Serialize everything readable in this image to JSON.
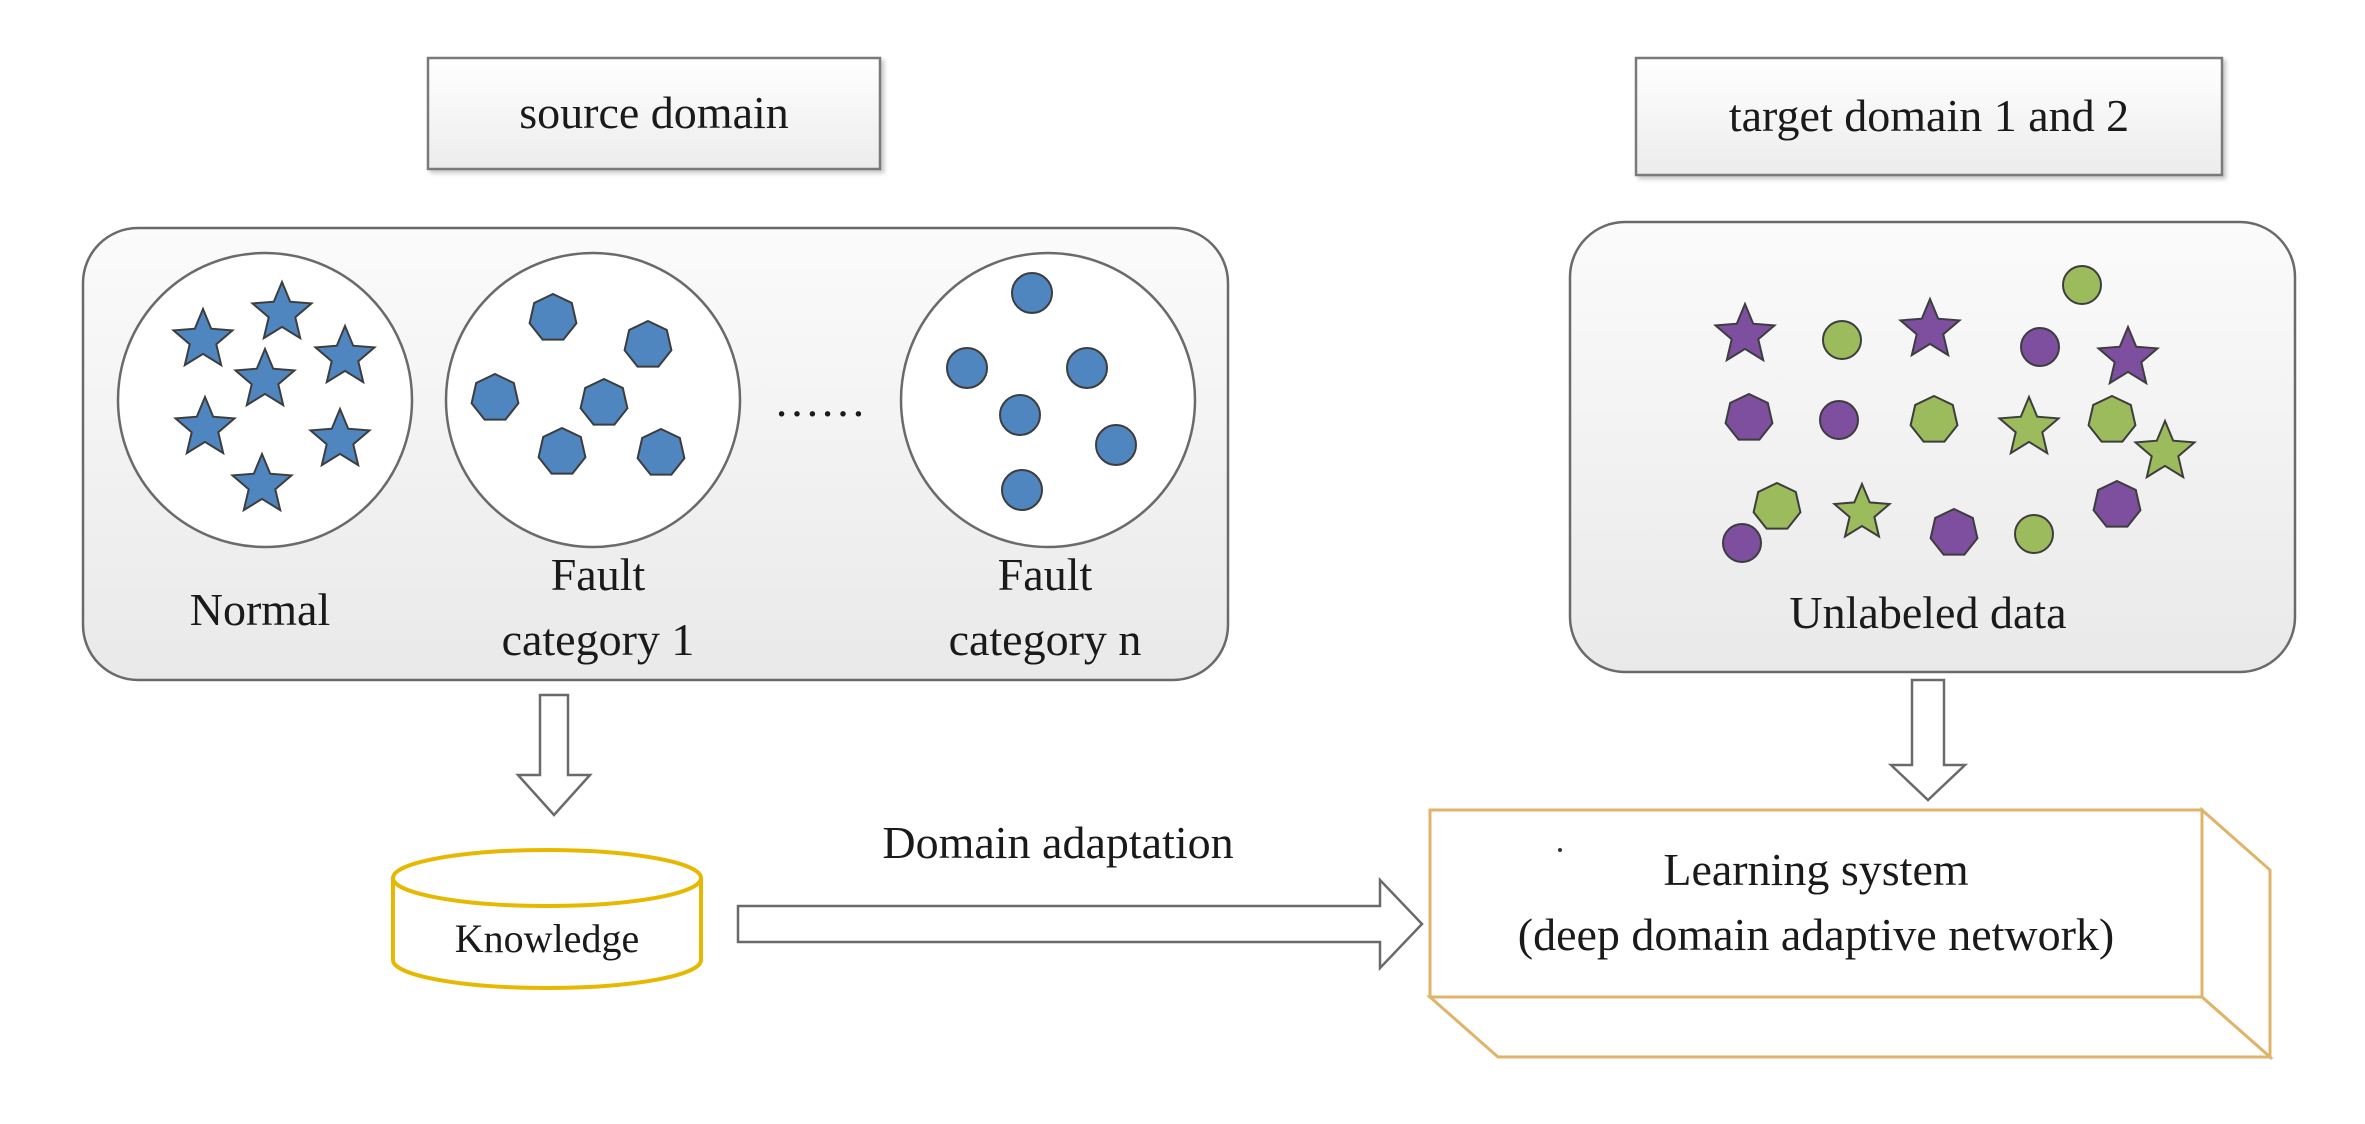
{
  "source_panel": {
    "header": "source domain",
    "groups": [
      {
        "label_lines": [
          "Normal"
        ]
      },
      {
        "label_lines": [
          "Fault",
          "category 1"
        ]
      },
      {
        "label_lines": [
          "Fault",
          "category n"
        ]
      }
    ],
    "ellipsis": "……"
  },
  "target_panel": {
    "header": "target domain 1 and 2",
    "caption": "Unlabeled data"
  },
  "knowledge": {
    "label": "Knowledge"
  },
  "adaptation": {
    "label": "Domain adaptation"
  },
  "learning_system": {
    "line1": "Learning system",
    "line2": "(deep domain adaptive network)"
  },
  "colors": {
    "source_marker": "#4f86bf",
    "target_purple": "#7d4f9e",
    "target_green": "#9cbb5c",
    "knowledge_outline": "#e6b800",
    "learning_outline": "#e0b36a"
  },
  "icons": {
    "star": "star-icon",
    "heptagon": "heptagon-icon",
    "circle": "dot-icon"
  }
}
